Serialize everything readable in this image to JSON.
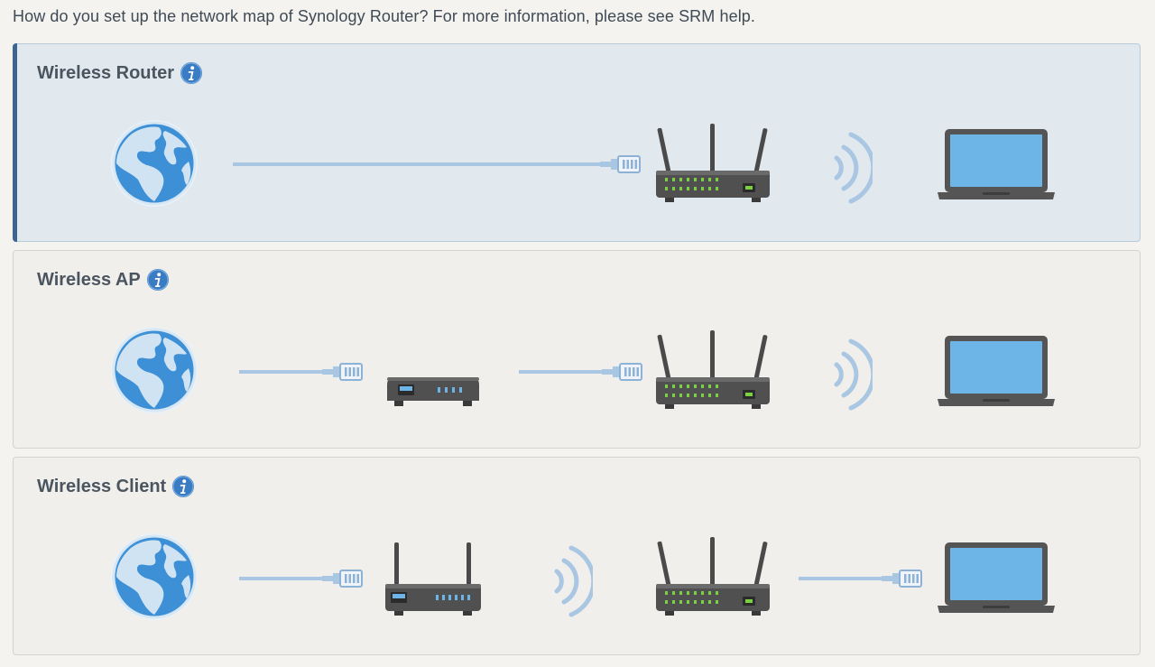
{
  "intro": {
    "text": "How do you set up the network map of Synology Router? For more information, please see SRM help."
  },
  "options": [
    {
      "id": "wireless-router",
      "title": "Wireless Router",
      "selected": true
    },
    {
      "id": "wireless-ap",
      "title": "Wireless AP",
      "selected": false
    },
    {
      "id": "wireless-client",
      "title": "Wireless Client",
      "selected": false
    }
  ],
  "icons": {
    "info": "info-icon",
    "internet": "globe-icon",
    "cable": "ethernet-cable-icon",
    "router": "router-icon",
    "modem": "modem-icon",
    "wireless": "wireless-signal-icon",
    "laptop": "laptop-icon"
  },
  "colors": {
    "accent": "#3c6691",
    "info_blue": "#3a7cc4",
    "globe_ocean": "#3d8fd6",
    "globe_land": "#cfe3f3",
    "cable": "#a9c6e3",
    "device_body": "#4d4d4d",
    "led_green": "#7bd144",
    "screen": "#6cb5e6"
  }
}
